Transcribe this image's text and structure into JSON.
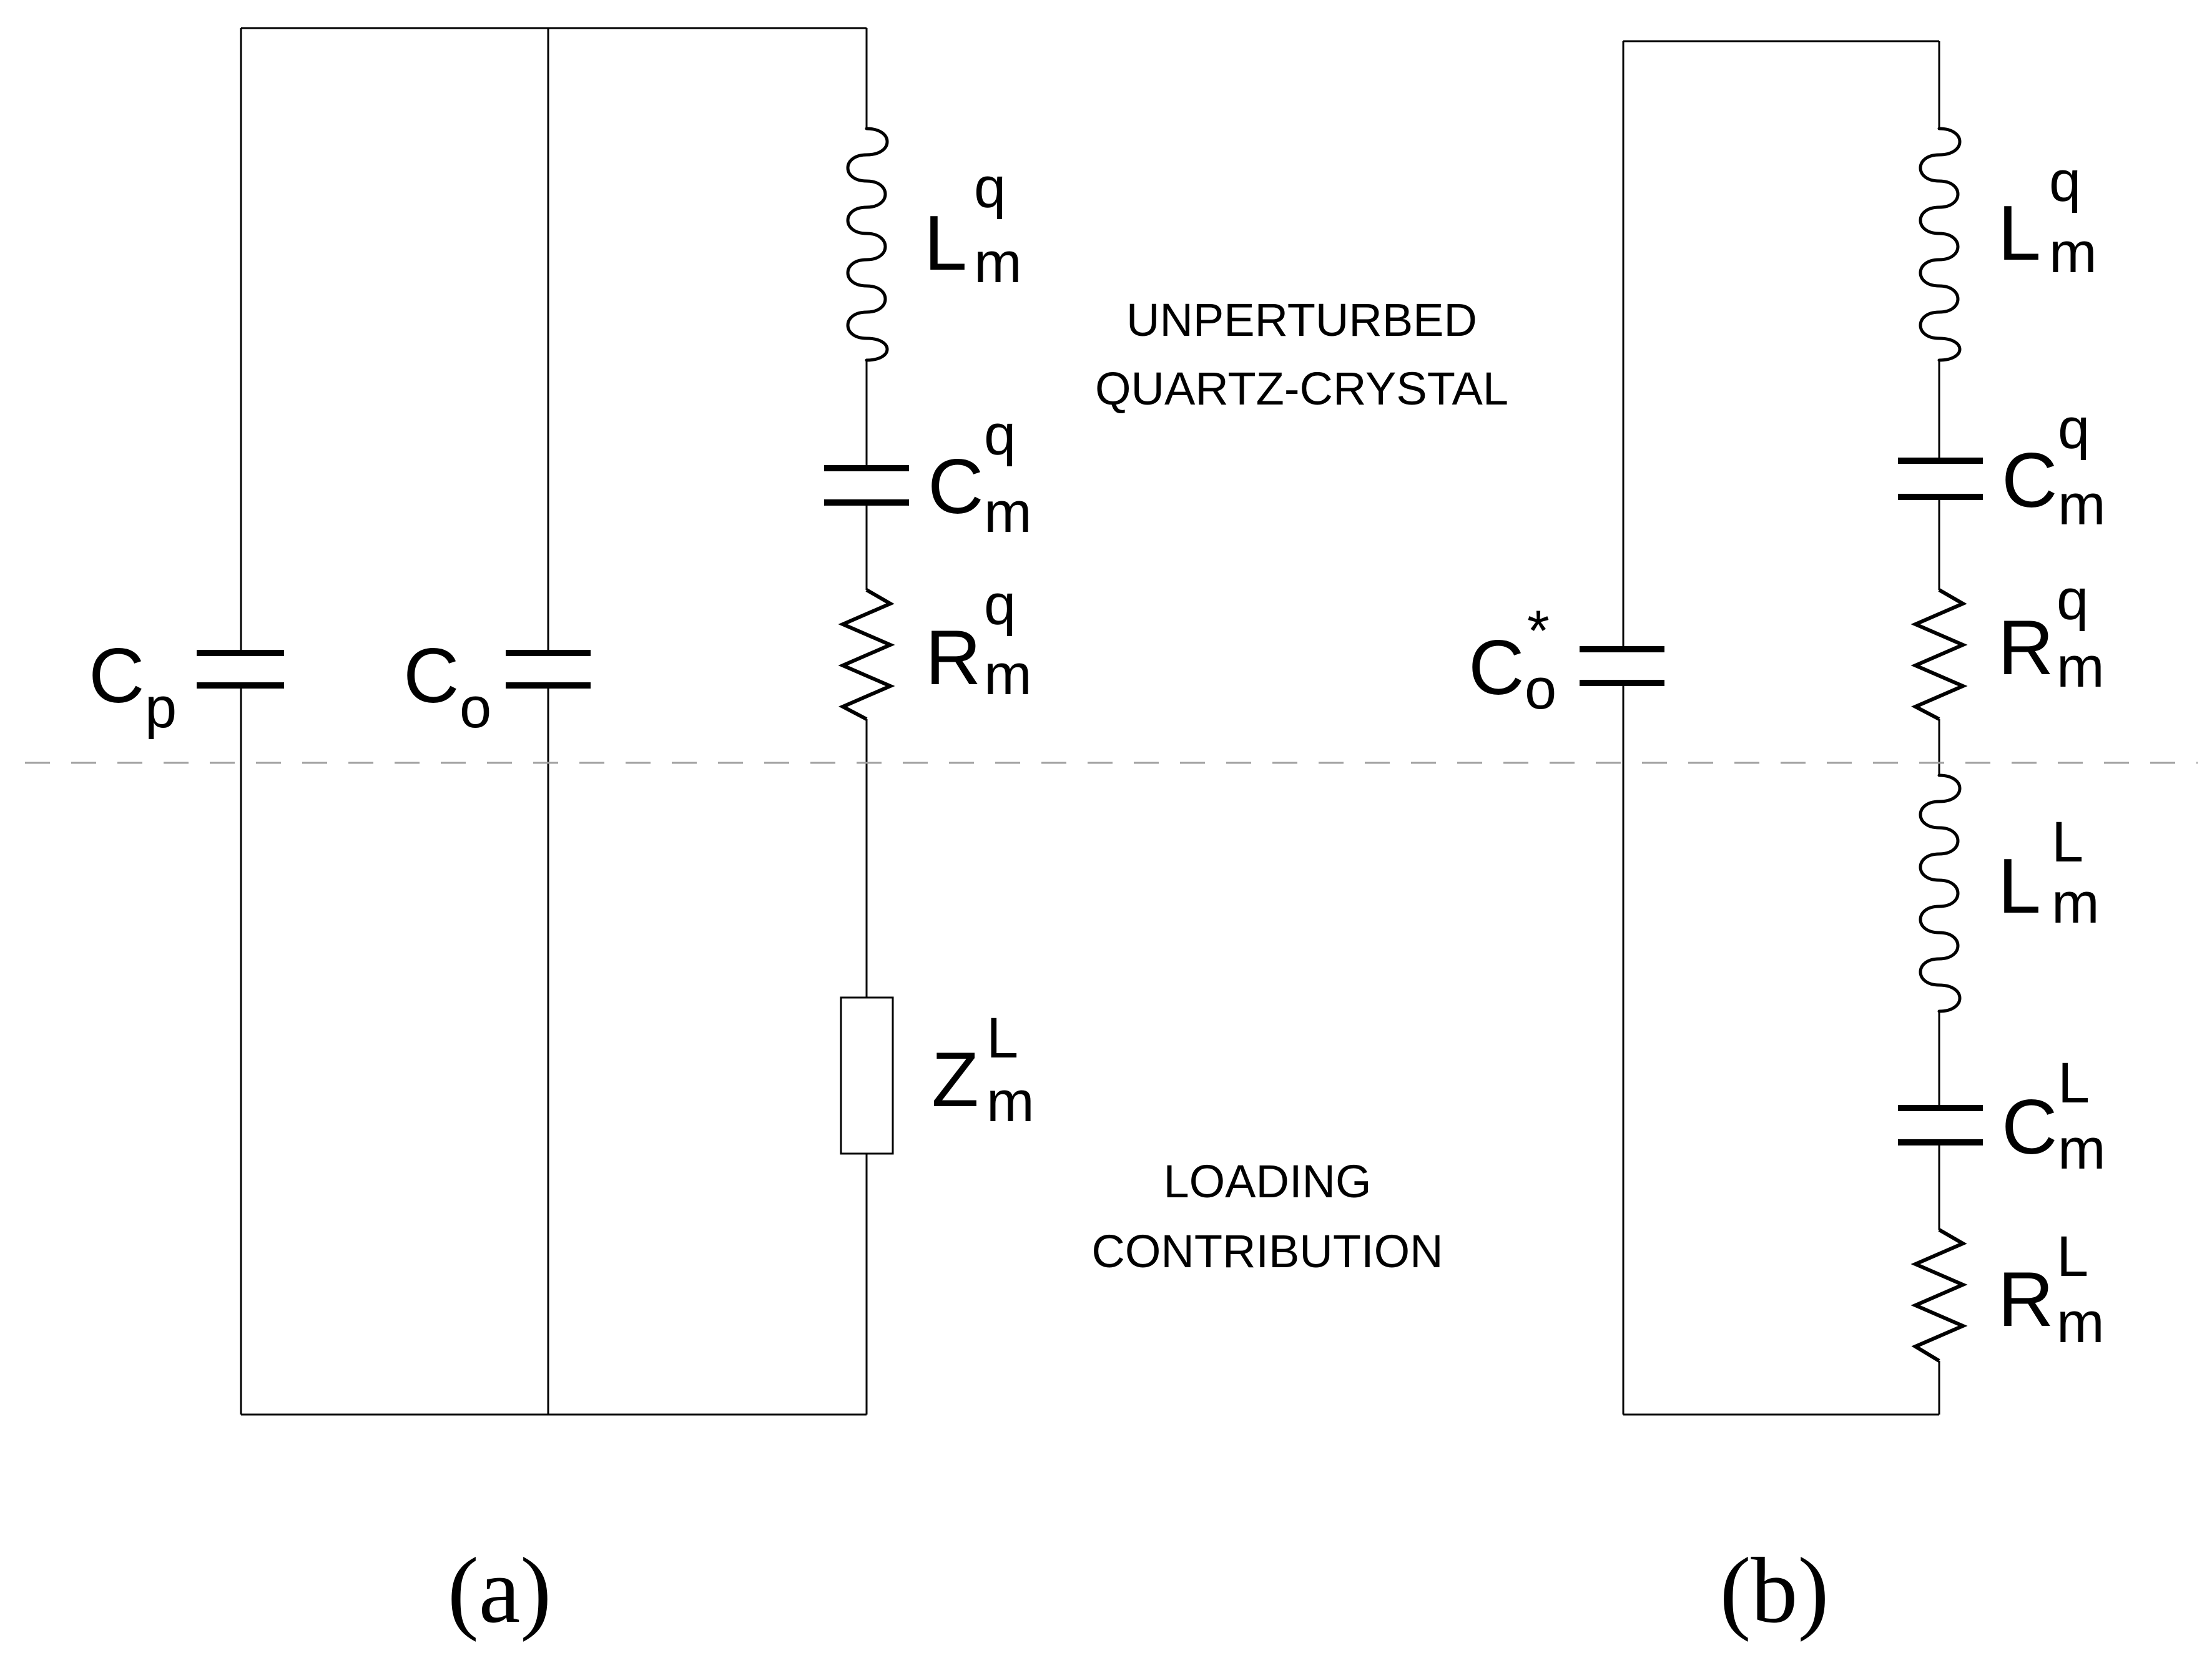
{
  "circuit_a": {
    "cp": {
      "main": "C",
      "sub": "p"
    },
    "co": {
      "main": "C",
      "sub": "o"
    },
    "lq": {
      "main": "L",
      "sup": "q",
      "sub": "m"
    },
    "cq": {
      "main": "C",
      "sup": "q",
      "sub": "m"
    },
    "rq": {
      "main": "R",
      "sup": "q",
      "sub": "m"
    },
    "zl": {
      "main": "Z",
      "sup": "L",
      "sub": "m"
    },
    "note_top": [
      "UNPERTURBED",
      "QUARTZ-CRYSTAL"
    ],
    "note_bottom": [
      "LOADING",
      "CONTRIBUTION"
    ],
    "caption": "(a)"
  },
  "circuit_b": {
    "co": {
      "main": "C",
      "sup": "*",
      "sub": "o"
    },
    "lq": {
      "main": "L",
      "sup": "q",
      "sub": "m"
    },
    "cq": {
      "main": "C",
      "sup": "q",
      "sub": "m"
    },
    "rq": {
      "main": "R",
      "sup": "q",
      "sub": "m"
    },
    "ll": {
      "main": "L",
      "sup": "L",
      "sub": "m"
    },
    "cl": {
      "main": "C",
      "sup": "L",
      "sub": "m"
    },
    "rl": {
      "main": "R",
      "sup": "L",
      "sub": "m"
    },
    "caption": "(b)"
  }
}
